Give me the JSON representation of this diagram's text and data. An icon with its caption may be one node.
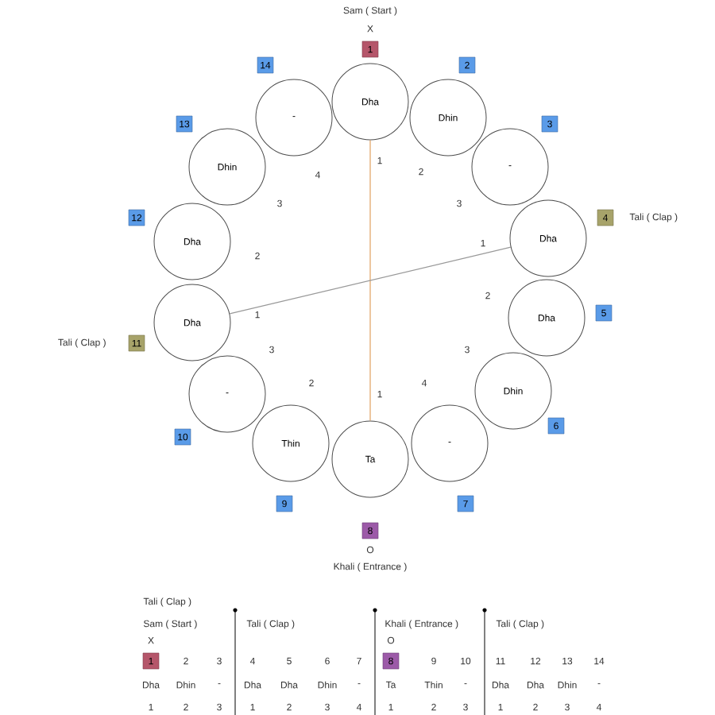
{
  "diagram": {
    "nodes": [
      {
        "text": [
          "Dha"
        ],
        "beside": [
          "1",
          "X",
          "Sam ( Start )"
        ]
      },
      {
        "text": [
          "Dhin"
        ],
        "beside": [
          "2"
        ]
      },
      {
        "text": [
          "-"
        ],
        "beside": [
          "3"
        ]
      },
      {
        "text": [
          "Dha"
        ],
        "beside": [
          "4",
          "Tali ( Clap )"
        ]
      },
      {
        "text": [
          "Dha"
        ],
        "beside": [
          "5"
        ]
      },
      {
        "text": [
          "Dhin"
        ],
        "beside": [
          "6"
        ]
      },
      {
        "text": [
          "-"
        ],
        "beside": [
          "7"
        ]
      },
      {
        "text": [
          "Ta"
        ],
        "beside": [
          "8",
          "O",
          "Khali ( Entrance )"
        ]
      },
      {
        "text": [
          "Thin"
        ],
        "beside": [
          "9"
        ]
      },
      {
        "text": [
          "-"
        ],
        "beside": [
          "10"
        ]
      },
      {
        "text": [
          "Dha"
        ],
        "beside": [
          "11",
          "Tali ( Clap )"
        ]
      },
      {
        "text": [
          "Dha"
        ],
        "beside": [
          "12"
        ]
      },
      {
        "text": [
          "Dhin"
        ],
        "beside": [
          "13"
        ]
      },
      {
        "text": [
          "-"
        ],
        "beside": [
          "14"
        ]
      }
    ],
    "edges": [
      {
        "from": 0,
        "to": 7,
        "arrow": "none",
        "color": "#e0a060"
      },
      {
        "from": 3,
        "to": 10,
        "arrow": "none",
        "color": "#999999"
      }
    ],
    "labels": [
      "1",
      "2",
      "3",
      "1",
      "2",
      "3",
      "4",
      "1",
      "2",
      "3",
      "1",
      "2",
      "3",
      "4",
      "Tali ( Clap )",
      "Sam ( Start )",
      "Tali ( Clap )",
      "Khali ( Entrance )",
      "Tali ( Clap )",
      "X",
      "O",
      "1",
      "2",
      "3",
      "4",
      "5",
      "6",
      "7",
      "8",
      "9",
      "10",
      "11",
      "12",
      "13",
      "14",
      "Dha",
      "Dhin",
      "-",
      "Dha",
      "Dha",
      "Dhin",
      "-",
      "Ta",
      "Thin",
      "-",
      "Dha",
      "Dha",
      "Dhin",
      "-",
      "1",
      "2",
      "3",
      "1",
      "2",
      "3",
      "4",
      "1",
      "2",
      "3",
      "1",
      "2",
      "3",
      "4"
    ]
  }
}
